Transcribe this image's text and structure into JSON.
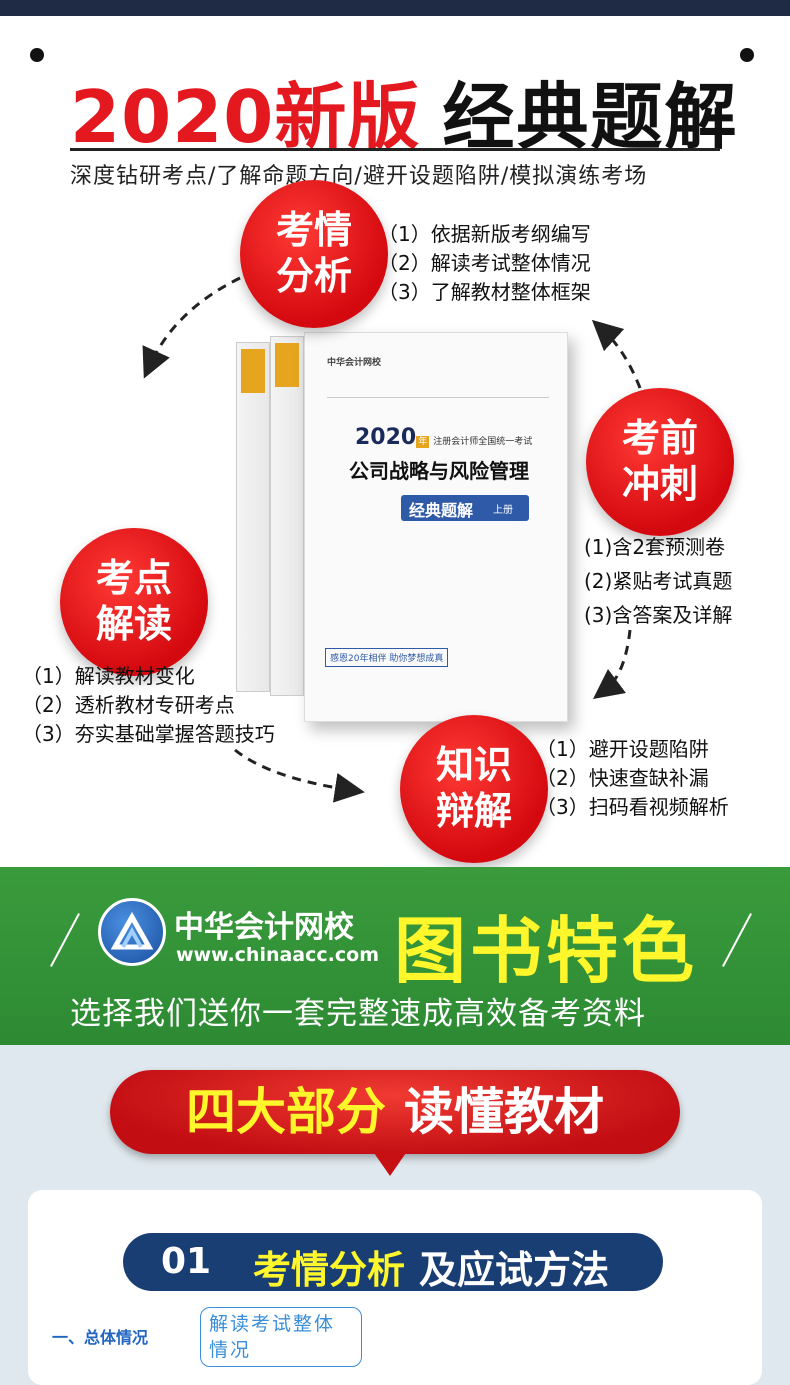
{
  "hero": {
    "title_red": "2020新版",
    "title_black": "经典题解",
    "subtitle": "深度钻研考点/了解命题方向/避开设题陷阱/模拟演练考场"
  },
  "circles": {
    "analysis": {
      "line1": "考情",
      "line2": "分析",
      "bullets": [
        "（1）依据新版考纲编写",
        "（2）解读考试整体情况",
        "（3）了解教材整体框架"
      ]
    },
    "sprint": {
      "line1": "考前",
      "line2": "冲刺",
      "bullets": [
        "(1)含2套预测卷",
        "(2)紧贴考试真题",
        "(3)含答案及详解"
      ]
    },
    "points": {
      "line1": "考点",
      "line2": "解读",
      "bullets": [
        "（1）解读教材变化",
        "（2）透析教材专研考点",
        "（3）夯实基础掌握答题技巧"
      ]
    },
    "knowledge": {
      "line1": "知识",
      "line2": "辩解",
      "bullets": [
        "（1）避开设题陷阱",
        "（2）快速查缺补漏",
        "（3）扫码看视频解析"
      ]
    }
  },
  "book": {
    "year": "2020",
    "year_suffix": "年",
    "exam": "注册会计师全国统一考试",
    "title": "公司战略与风险管理",
    "series": "经典题解",
    "volume": "上册",
    "slogan": "感恩20年相伴 助你梦想成真",
    "publisher_logo": "中华会计网校"
  },
  "banner": {
    "logo_name": "中华会计网校",
    "logo_url": "www.chinaacc.com",
    "feature": "图书特色",
    "subtitle": "选择我们送你一套完整速成高效备考资料"
  },
  "section": {
    "pill_yellow": "四大部分",
    "pill_white": "读懂教材",
    "num": "01",
    "title_yellow": "考情分析",
    "title_white": "及应试方法",
    "label": "一、总体情况",
    "bubble_line1": "解读考试整体",
    "bubble_line2": "情况"
  },
  "colors": {
    "red": "#e4181f",
    "green": "#2d8a33",
    "navy": "#193e74",
    "yellow": "#fff62b"
  }
}
